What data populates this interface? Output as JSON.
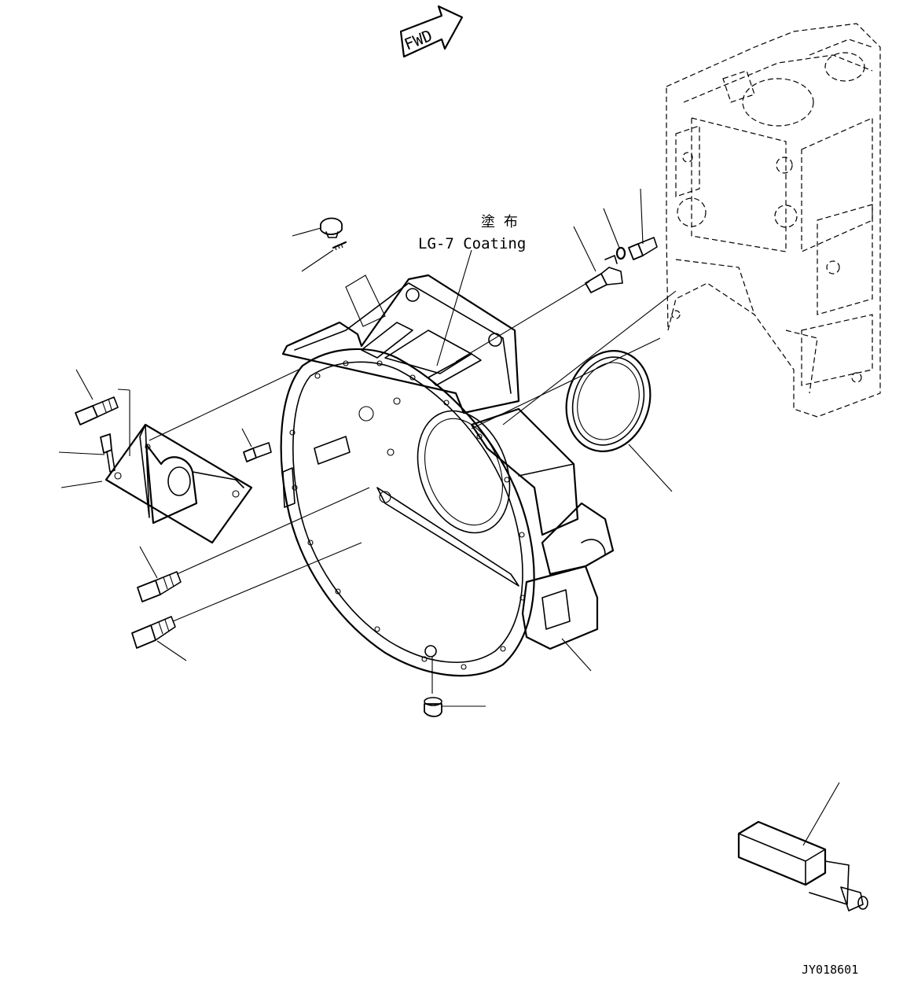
{
  "diagram": {
    "fwd_label": "FWD",
    "coating_jp": "塗 布",
    "coating_en": "LG-7 Coating",
    "drawing_id": "JY018601"
  },
  "colors": {
    "ink": "#000000",
    "paper": "#ffffff"
  }
}
